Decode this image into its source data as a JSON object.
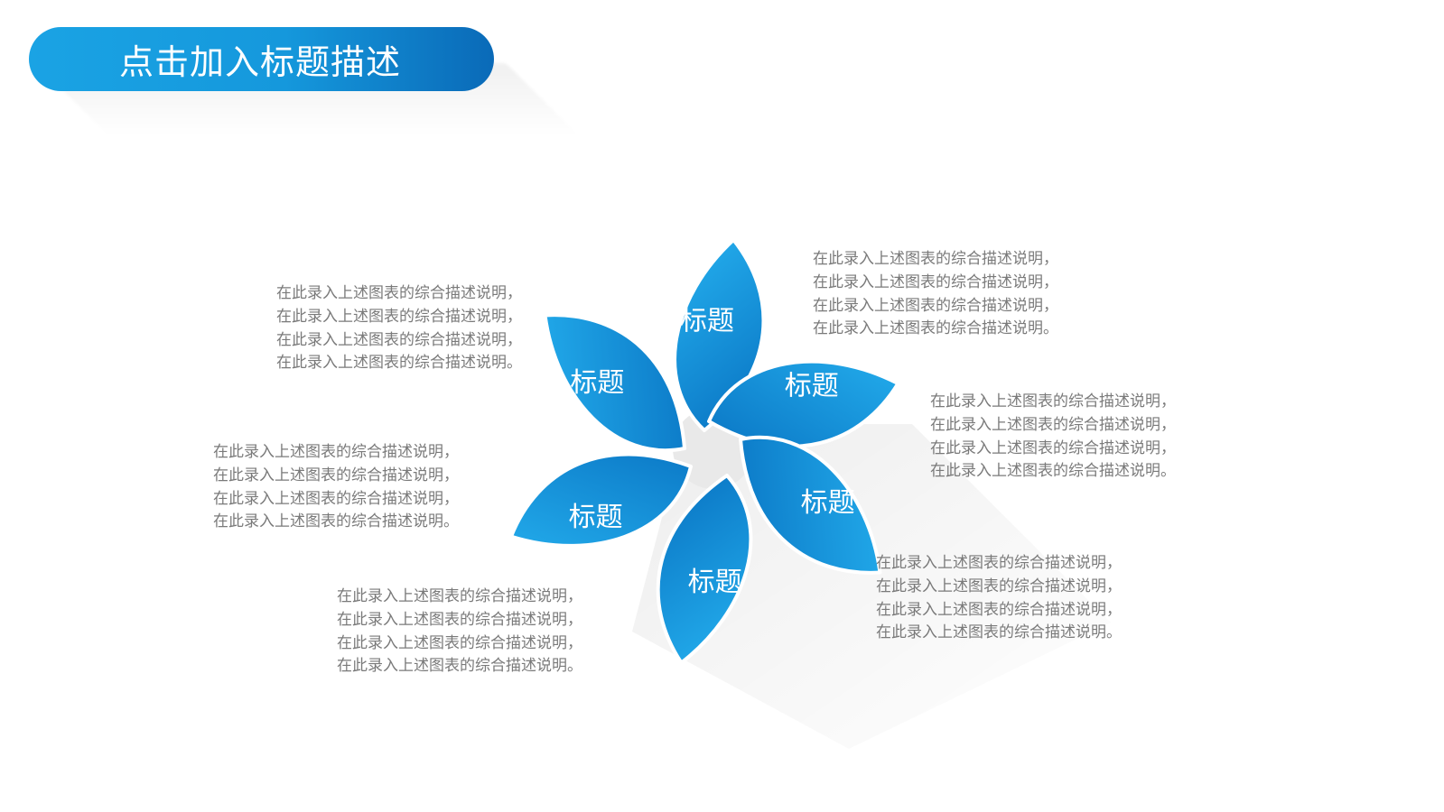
{
  "slide": {
    "title": "点击加入标题描述"
  },
  "diagram": {
    "petals": [
      {
        "label": "标题"
      },
      {
        "label": "标题"
      },
      {
        "label": "标题"
      },
      {
        "label": "标题"
      },
      {
        "label": "标题"
      },
      {
        "label": "标题"
      }
    ],
    "colors": {
      "petal_light": "#1ea6e6",
      "petal_dark": "#0b7cc8",
      "title_gradient_start": "#1aa3e4",
      "title_gradient_end": "#0a6ab8",
      "desc_text": "#7a7a7a"
    }
  },
  "descriptions": [
    {
      "lines": [
        "在此录入上述图表的综合描述说明，",
        "在此录入上述图表的综合描述说明，",
        "在此录入上述图表的综合描述说明，",
        "在此录入上述图表的综合描述说明。"
      ]
    },
    {
      "lines": [
        "在此录入上述图表的综合描述说明，",
        "在此录入上述图表的综合描述说明，",
        "在此录入上述图表的综合描述说明，",
        "在此录入上述图表的综合描述说明。"
      ]
    },
    {
      "lines": [
        "在此录入上述图表的综合描述说明，",
        "在此录入上述图表的综合描述说明，",
        "在此录入上述图表的综合描述说明，",
        "在此录入上述图表的综合描述说明。"
      ]
    },
    {
      "lines": [
        "在此录入上述图表的综合描述说明，",
        "在此录入上述图表的综合描述说明，",
        "在此录入上述图表的综合描述说明，",
        "在此录入上述图表的综合描述说明。"
      ]
    },
    {
      "lines": [
        "在此录入上述图表的综合描述说明，",
        "在此录入上述图表的综合描述说明，",
        "在此录入上述图表的综合描述说明，",
        "在此录入上述图表的综合描述说明。"
      ]
    },
    {
      "lines": [
        "在此录入上述图表的综合描述说明，",
        "在此录入上述图表的综合描述说明，",
        "在此录入上述图表的综合描述说明，",
        "在此录入上述图表的综合描述说明。"
      ]
    }
  ]
}
